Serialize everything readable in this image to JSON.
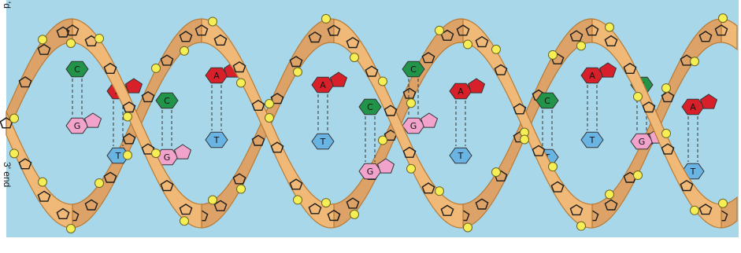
{
  "edge_labels": {
    "top": "'d",
    "bottom": "3' end"
  },
  "colors": {
    "background": "#a9d7ea",
    "ribbon": "#f0b977",
    "ribbon_edge": "#b77b35",
    "phosphate": "#f5ee55",
    "sugar": "#1c1c1c",
    "A": "#d8202a",
    "T": "#6ab4e4",
    "C": "#21944a",
    "G": "#f2a3cc"
  },
  "pairs": [
    {
      "top": "C",
      "bottom": "G"
    },
    {
      "top": "A",
      "bottom": "T"
    },
    {
      "top": "C",
      "bottom": "G"
    },
    {
      "top": "A",
      "bottom": "T"
    },
    {
      "top": "A",
      "bottom": "T"
    },
    {
      "top": "C",
      "bottom": "G"
    },
    {
      "top": "C",
      "bottom": "G"
    },
    {
      "top": "A",
      "bottom": "T"
    },
    {
      "top": "C",
      "bottom": "T"
    },
    {
      "top": "A",
      "bottom": "T"
    },
    {
      "top": "C",
      "bottom": "G"
    },
    {
      "top": "A",
      "bottom": "T"
    }
  ]
}
